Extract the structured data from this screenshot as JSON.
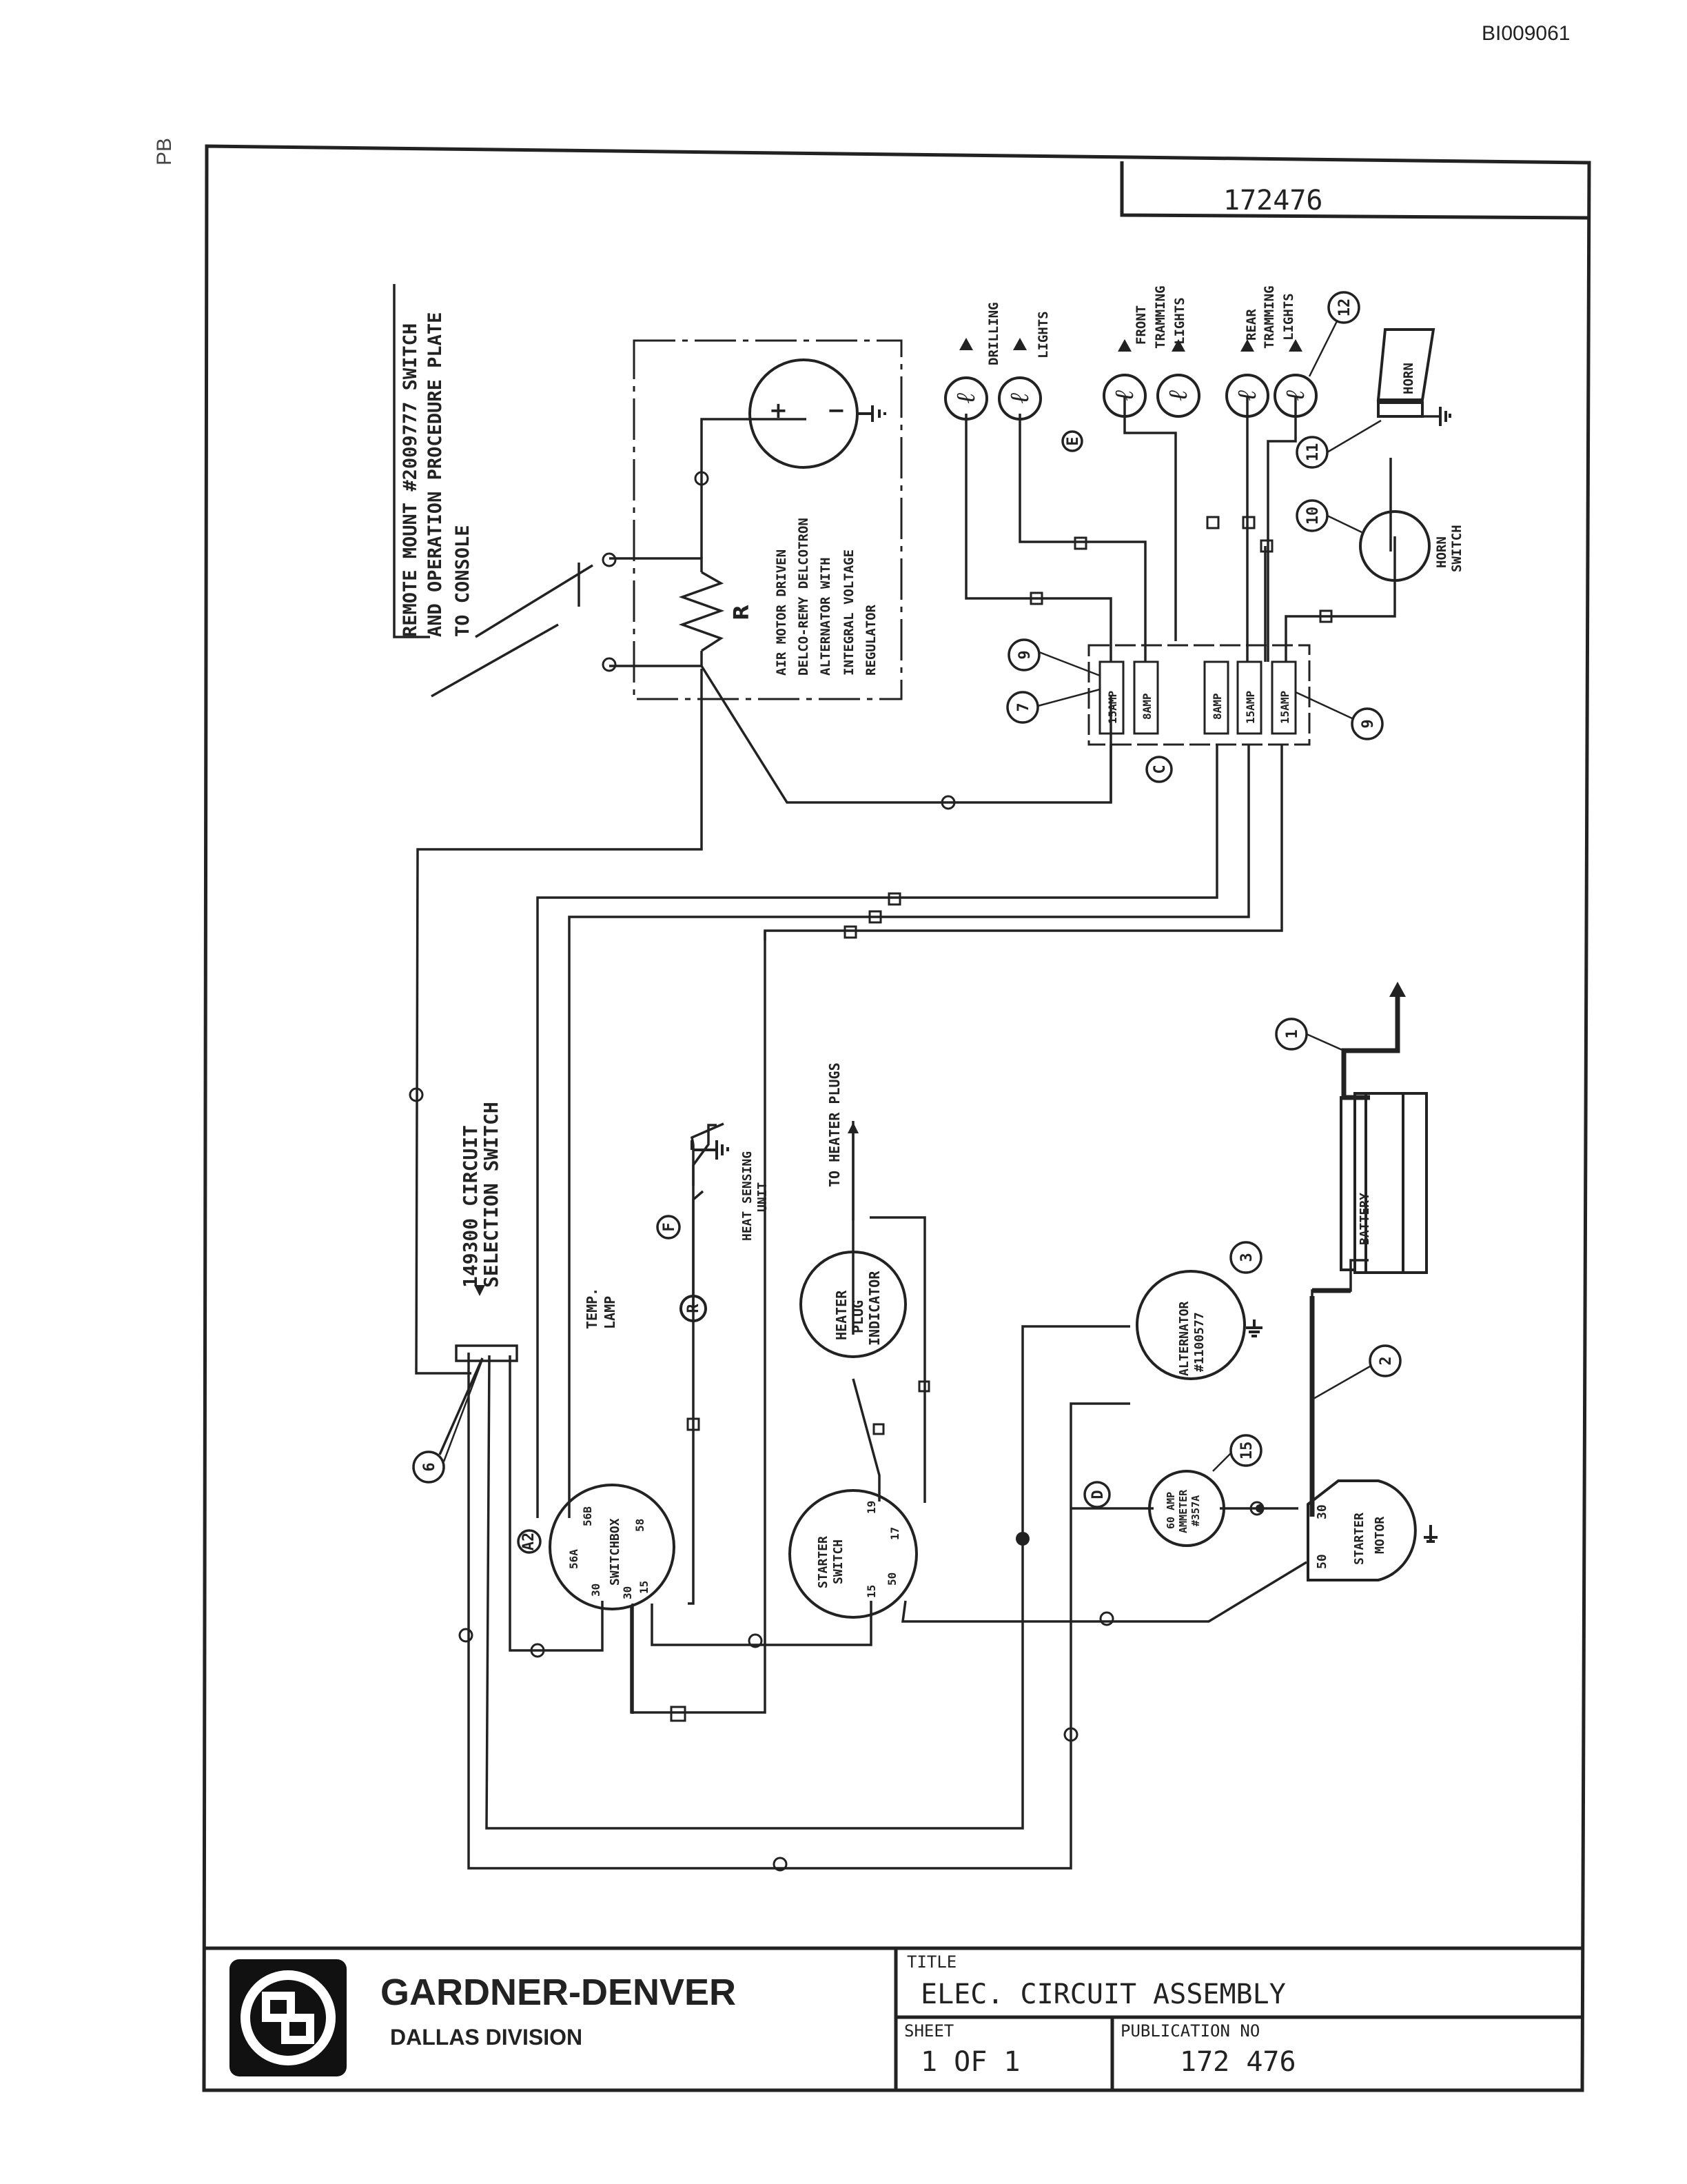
{
  "document_id": "BI009061",
  "corner_mark": "PB",
  "drawing_number": "172476",
  "title_block": {
    "company_name": "GARDNER-DENVER",
    "division": "DALLAS DIVISION",
    "title_label": "TITLE",
    "title_value": "ELEC. CIRCUIT ASSEMBLY",
    "sheet_label": "SHEET",
    "sheet_value": "1 OF 1",
    "publication_label": "PUBLICATION NO",
    "publication_value": "172 476"
  },
  "components": {
    "remote_mount": {
      "line1": "REMOTE MOUNT #2009777 SWITCH",
      "line2": "AND OPERATION PROCEDURE PLATE",
      "line3": "TO CONSOLE"
    },
    "alternator_regulator": {
      "line1": "AIR MOTOR DRIVEN",
      "line2": "DELCO-REMY DELCOTRON",
      "line3": "ALTERNATOR WITH",
      "line4": "INTEGRAL VOLTAGE",
      "line5": "REGULATOR",
      "resistor": "R",
      "plus": "+",
      "minus": "−"
    },
    "drilling_lights": {
      "line1": "DRILLING",
      "line2": "LIGHTS"
    },
    "front_tramming_lights": {
      "line1": "FRONT",
      "line2": "TRAMMING",
      "line3": "LIGHTS"
    },
    "rear_tramming_lights": {
      "line1": "REAR",
      "line2": "TRAMMING",
      "line3": "LIGHTS"
    },
    "horn": "HORN",
    "horn_switch": {
      "line1": "HORN",
      "line2": "SWITCH"
    },
    "fuses": [
      "15AMP",
      "8AMP",
      "8AMP",
      "15AMP",
      "15AMP"
    ],
    "circuit_switch": {
      "line1": "149300 CIRCUIT",
      "line2": "SELECTION SWITCH"
    },
    "temp_lamp": {
      "line1": "TEMP.",
      "line2": "LAMP"
    },
    "heat_sensing": {
      "line1": "HEAT SENSING",
      "line2": "UNIT"
    },
    "heater_plugs": "TO HEATER PLUGS",
    "heater_plug_indicator": {
      "line1": "HEATER",
      "line2": "PLUG",
      "line3": "INDICATOR"
    },
    "switchbox": "SWITCHBOX",
    "switchbox_terminals": [
      "56A",
      "56B",
      "58",
      "30",
      "30",
      "15"
    ],
    "starter_switch": {
      "line1": "STARTER",
      "line2": "SWITCH"
    },
    "starter_switch_terminals": [
      "19",
      "17",
      "15",
      "50"
    ],
    "alternator": {
      "line1": "ALTERNATOR",
      "line2": "#1100577"
    },
    "ammeter": {
      "line1": "60 AMP",
      "line2": "AMMETER",
      "line3": "#357A"
    },
    "battery": "BATTERY",
    "starter_motor": {
      "line1": "STARTER",
      "line2": "MOTOR"
    },
    "starter_motor_terminals": [
      "30",
      "50"
    ],
    "lamp_symbol": "ℓ",
    "temp_lamp_symbol": "R"
  },
  "callouts": [
    "1",
    "2",
    "3",
    "6",
    "7",
    "9",
    "9",
    "10",
    "11",
    "12",
    "15",
    "C",
    "D",
    "E",
    "F",
    "A2",
    "R"
  ]
}
